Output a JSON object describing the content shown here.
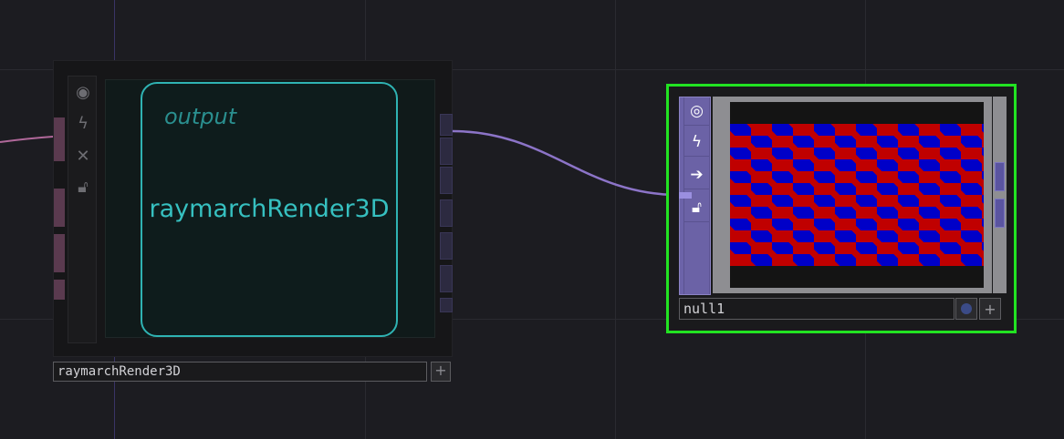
{
  "colors": {
    "background": "#1c1c21",
    "wire_pink": "#b0689a",
    "wire_purple": "#8c74c8",
    "selection_green": "#22e322",
    "comp_accent": "#2fb3b3",
    "null_accent": "#6c63a9",
    "checker_red": "#c00000",
    "checker_blue": "#0000c8"
  },
  "comp_node": {
    "name": "raymarchRender3D",
    "output_label": "output",
    "display_title": "raymarchRender3D",
    "icons": [
      "viewer-toggle-icon",
      "cook-flag-icon",
      "bypass-x-icon",
      "lock-icon"
    ],
    "add_button": "+"
  },
  "null_node": {
    "name": "null1",
    "icons": [
      "viewer-toggle-icon",
      "cook-flag-icon",
      "display-arrow-icon",
      "lock-icon"
    ],
    "add_button": "+",
    "preview": "red-blue checkerboard",
    "selected": true
  }
}
